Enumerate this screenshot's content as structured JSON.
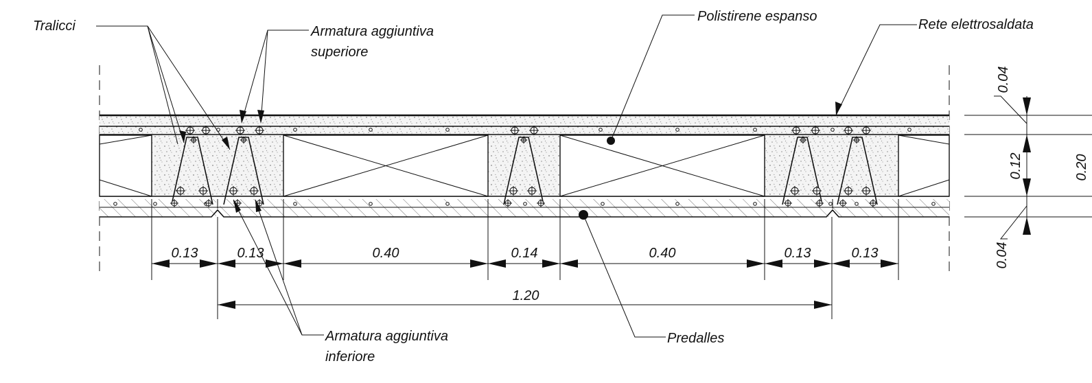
{
  "labels": {
    "tralicci": "Tralicci",
    "armatura_sup_1": "Armatura aggiuntiva",
    "armatura_sup_2": "superiore",
    "polistirene": "Polistirene espanso",
    "rete": "Rete elettrosaldata",
    "armatura_inf_1": "Armatura aggiuntiva",
    "armatura_inf_2": "inferiore",
    "predalles": "Predalles"
  },
  "horizontal_dims": [
    "0.13",
    "0.13",
    "0.40",
    "0.14",
    "0.40",
    "0.13",
    "0.13"
  ],
  "overall_dim": "1.20",
  "vertical_dims": [
    "0.04",
    "0.12",
    "0.04",
    "0.20"
  ],
  "colors": {
    "line": "#111111",
    "concrete_fill": "#f2f2f2",
    "background": "#ffffff"
  }
}
